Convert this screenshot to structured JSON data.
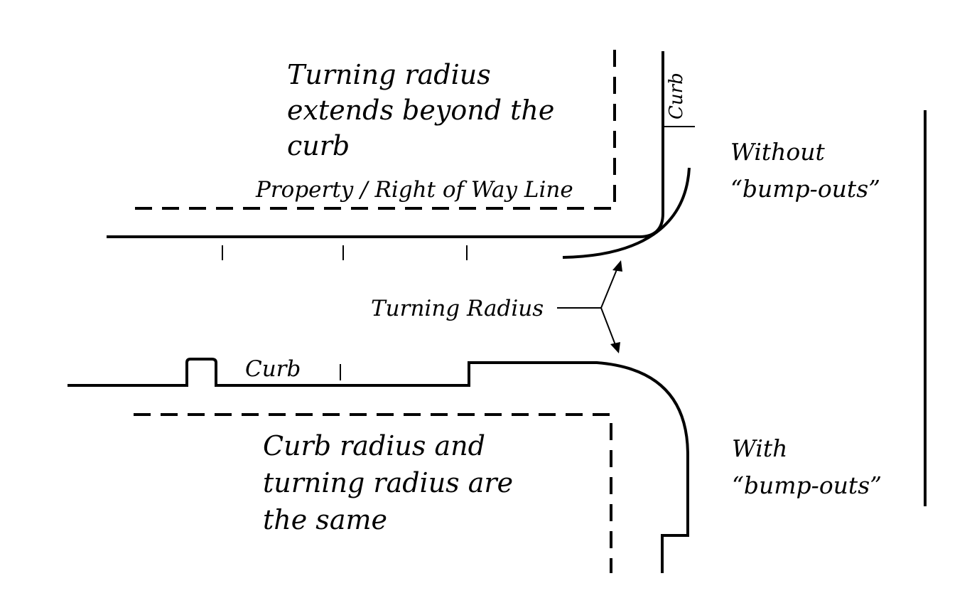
{
  "upper": {
    "note_lines": [
      "Turning radius",
      "extends beyond the",
      "curb"
    ],
    "property_line_label": "Property / Right of Way Line",
    "side_curb_label": "Curb"
  },
  "middle": {
    "turning_radius_label": "Turning Radius"
  },
  "lower": {
    "curb_label": "Curb",
    "note_lines": [
      "Curb radius and",
      "turning radius are",
      "the same"
    ]
  },
  "brace_labels": {
    "without": [
      "Without",
      "“bump-outs”"
    ],
    "with": [
      "With",
      "“bump-outs”"
    ]
  }
}
